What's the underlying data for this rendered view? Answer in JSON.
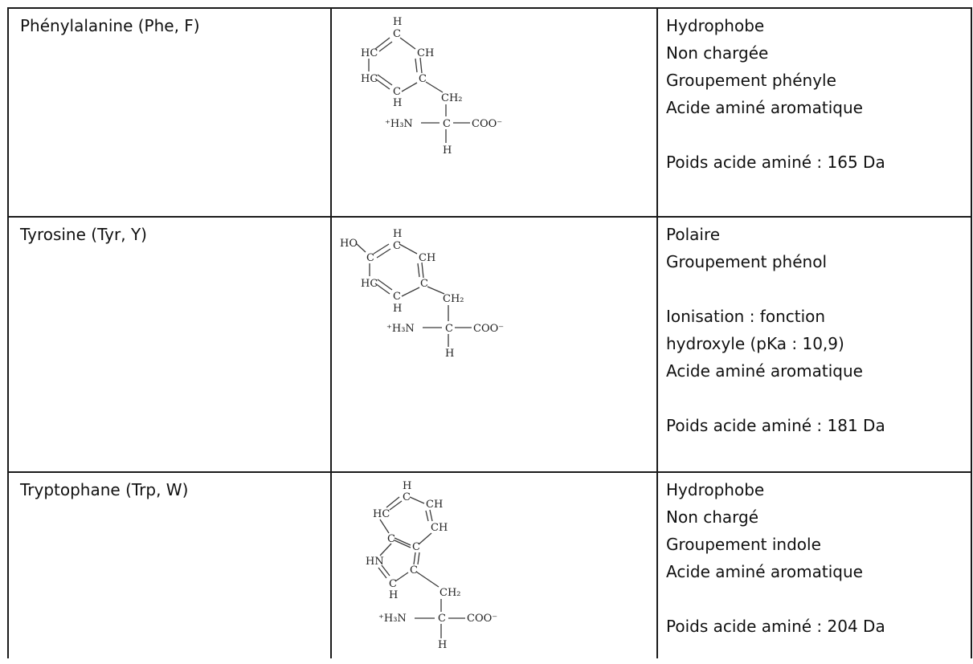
{
  "rows": [
    {
      "name": "Phénylalanine (Phe, F)",
      "properties": [
        "Hydrophobe",
        "Non chargée",
        "Groupement phényle",
        "Acide aminé aromatique",
        "",
        "Poids acide aminé : 165 Da"
      ]
    },
    {
      "name": "Tyrosine (Tyr, Y)",
      "properties": [
        "Polaire",
        "Groupement phénol",
        "",
        "Ionisation : fonction",
        "hydroxyle (pKa : 10,9)",
        "Acide aminé aromatique",
        "",
        "Poids acide aminé : 181 Da"
      ]
    },
    {
      "name": "Tryptophane (Trp, W)",
      "properties": [
        "Hydrophobe",
        "Non chargé",
        "Groupement indole",
        "Acide aminé aromatique",
        "",
        "Poids acide aminé : 204 Da"
      ]
    }
  ],
  "structures": {
    "h": "H",
    "hc": "HC",
    "ch": "CH",
    "c": "C",
    "ch2": "CH₂",
    "ho": "HO",
    "hn": "HN",
    "nh3": "⁺H₃N",
    "coo": "COO⁻"
  }
}
